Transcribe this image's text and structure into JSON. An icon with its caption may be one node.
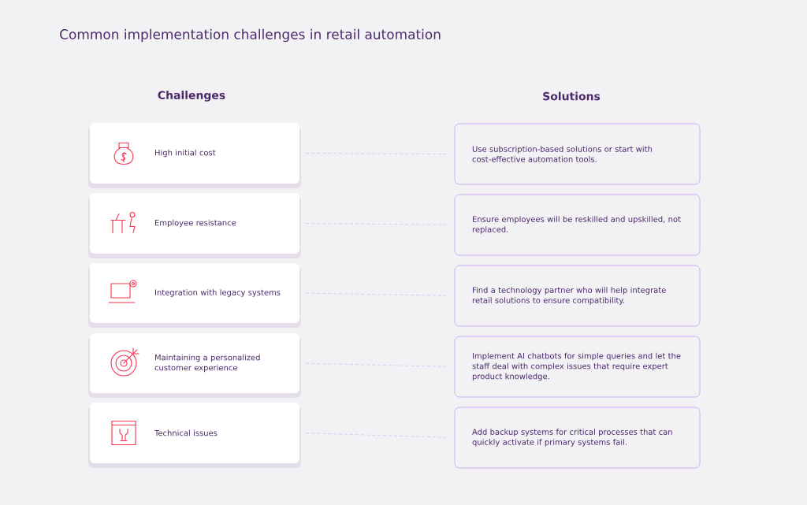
{
  "diagram": {
    "title": "Common implementation challenges in retail automation",
    "nodes": [
      {
        "text": [
          "High initial cost"
        ]
      },
      {
        "text": [
          "Employee resistance"
        ]
      },
      {
        "text": [
          "Integration with legacy systems"
        ]
      },
      {
        "text": [
          "Maintaining a personalized customer experience"
        ]
      },
      {
        "text": [
          "Technical issues"
        ]
      },
      {
        "text": [
          "Use subscription-based solutions or start with cost-effective automation tools."
        ]
      },
      {
        "text": [
          "Ensure employees will be reskilled and upskilled, not replaced."
        ]
      },
      {
        "text": [
          "Find a technology partner who will help integrate retail solutions to ensure compatibility."
        ]
      },
      {
        "text": [
          "Implement AI chatbots for simple queries and let the staff deal with complex issues that require expert product knowledge."
        ]
      },
      {
        "text": [
          "Add backup systems for critical processes that can quickly activate if primary systems fail."
        ]
      }
    ],
    "edges": [
      {
        "from": 0,
        "to": 5,
        "arrow": "none",
        "style": "dashed"
      },
      {
        "from": 1,
        "to": 6,
        "arrow": "none",
        "style": "dashed"
      },
      {
        "from": 2,
        "to": 7,
        "arrow": "none",
        "style": "dashed"
      },
      {
        "from": 3,
        "to": 8,
        "arrow": "none",
        "style": "dashed"
      },
      {
        "from": 4,
        "to": 9,
        "arrow": "none",
        "style": "dashed"
      }
    ],
    "labels": [
      "Challenges",
      "Solutions"
    ]
  }
}
